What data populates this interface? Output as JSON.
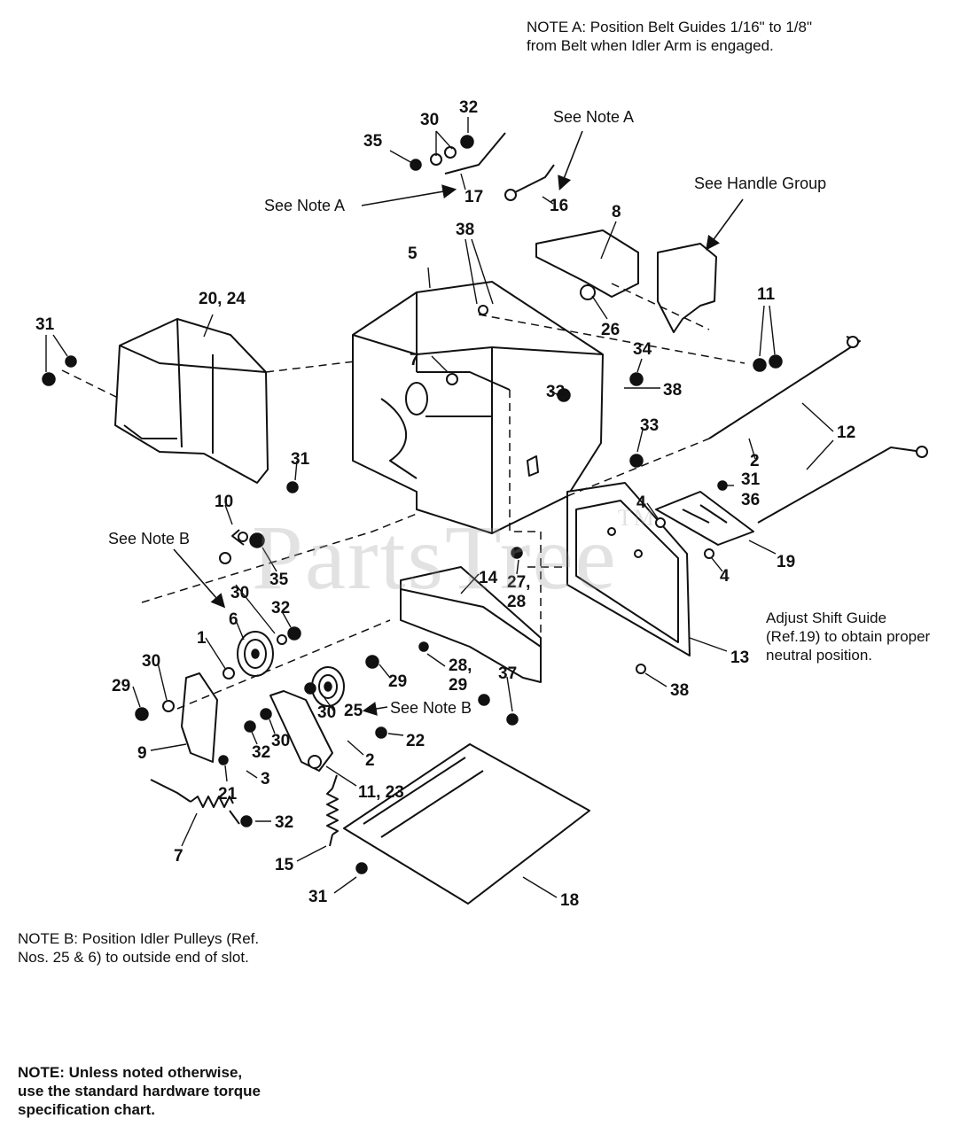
{
  "notes": {
    "note_a": "NOTE A: Position Belt Guides 1/16\" to 1/8\"\nfrom Belt when Idler  Arm is engaged.",
    "note_b": "NOTE B: Position Idler Pulleys (Ref.\nNos. 25 & 6) to outside end of slot.",
    "note_general": "NOTE: Unless noted otherwise,\nuse the standard hardware torque\nspecification chart.",
    "shift_guide": "Adjust Shift Guide\n(Ref.19) to obtain proper\nneutral position."
  },
  "callouts": {
    "see_note_a_left": "See Note A",
    "see_note_a_top": "See Note A",
    "see_handle_group": "See Handle Group",
    "see_note_b_left": "See Note B",
    "see_note_b_mid": "See Note B"
  },
  "watermark": {
    "text": "PartsTree",
    "mark": "TM"
  },
  "part_numbers": {
    "p35a": "35",
    "p30a": "30",
    "p32a": "32",
    "p17": "17",
    "p16": "16",
    "p8": "8",
    "p38a": "38",
    "p5": "5",
    "p2024": "20, 24",
    "p31a": "31",
    "p11a": "11",
    "p7a": "7",
    "p26": "26",
    "p34": "34",
    "p38b": "38",
    "p33a": "33",
    "p33b": "33",
    "p12": "12",
    "p2a": "2",
    "p3136a": "31",
    "p3136b": "36",
    "p31b": "31",
    "p10": "10",
    "p4a": "4",
    "p19": "19",
    "p4b": "4",
    "p35b": "35",
    "p14": "14",
    "p2728a": "27,",
    "p2728b": "28",
    "p30b": "30",
    "p32b": "32",
    "p6": "6",
    "p1": "1",
    "p13": "13",
    "p30c": "30",
    "p29a": "29",
    "p29b": "29",
    "p2829a": "28,",
    "p2829b": "29",
    "p38c": "38",
    "p37": "37",
    "p30d": "30",
    "p25": "25",
    "p30e": "30",
    "p32c": "32",
    "p22": "22",
    "p9": "9",
    "p2b": "2",
    "p21": "21",
    "p3": "3",
    "p1123": "11, 23",
    "p7b": "7",
    "p32d": "32",
    "p15": "15",
    "p31c": "31",
    "p18": "18"
  }
}
